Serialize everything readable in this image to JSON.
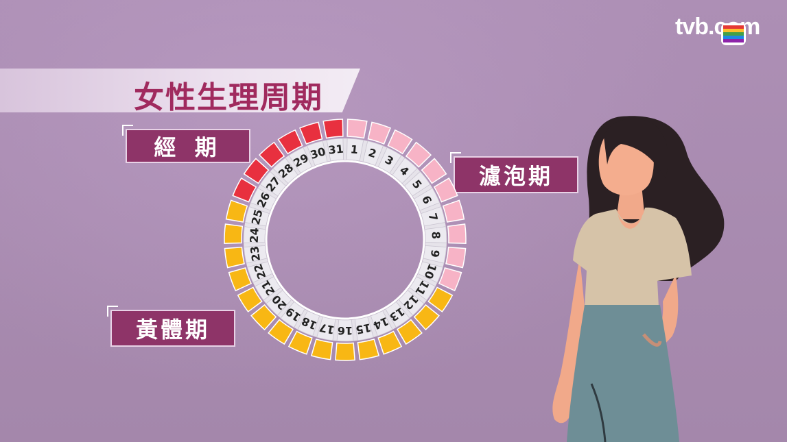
{
  "title": "女性生理周期",
  "logo": {
    "text": "tvb.com",
    "icon": "tvb-rainbow-logo-icon"
  },
  "phases": {
    "menstrual": {
      "label": "經 期",
      "color": "#e8303f",
      "days": [
        26,
        27,
        28,
        29,
        30,
        31
      ]
    },
    "follicular": {
      "label": "濾泡期",
      "color": "#f7b3c6",
      "days": [
        1,
        2,
        3,
        4,
        5,
        6,
        7,
        8,
        9,
        10
      ]
    },
    "luteal": {
      "label": "黃體期",
      "color": "#f8b714",
      "days": [
        11,
        12,
        13,
        14,
        15,
        16,
        17,
        18,
        19,
        20,
        21,
        22,
        23,
        24,
        25
      ]
    }
  },
  "cycle_days": [
    1,
    2,
    3,
    4,
    5,
    6,
    7,
    8,
    9,
    10,
    11,
    12,
    13,
    14,
    15,
    16,
    17,
    18,
    19,
    20,
    21,
    22,
    23,
    24,
    25,
    26,
    27,
    28,
    29,
    30,
    31
  ],
  "illustration": "woman-figure"
}
